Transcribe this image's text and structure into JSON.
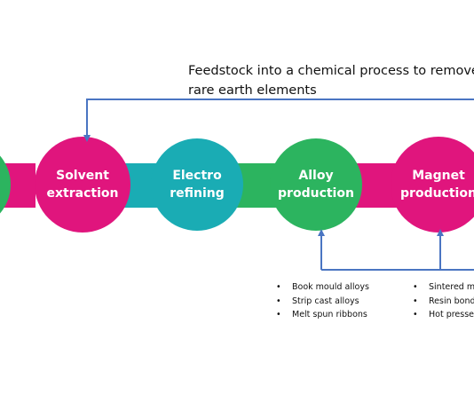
{
  "colors": {
    "magenta": "#e0157d",
    "teal": "#1aacb4",
    "green": "#2cb45f",
    "arrow": "#4a75c2"
  },
  "process": {
    "steps": [
      {
        "label_line1": "Solvent",
        "label_line2": "extraction"
      },
      {
        "label_line1": "Electro",
        "label_line2": "refining"
      },
      {
        "label_line1": "Alloy",
        "label_line2": "production"
      },
      {
        "label_line1": "Magnet",
        "label_line2": "production"
      }
    ]
  },
  "feedstock": {
    "line1": "Feedstock into a chemical process to remove",
    "line2": "rare earth elements"
  },
  "alloy_products": [
    "Book mould alloys",
    "Strip cast alloys",
    "Melt spun ribbons"
  ],
  "magnet_products": [
    "Sintered ma",
    "Resin bond",
    "Hot pressed"
  ]
}
